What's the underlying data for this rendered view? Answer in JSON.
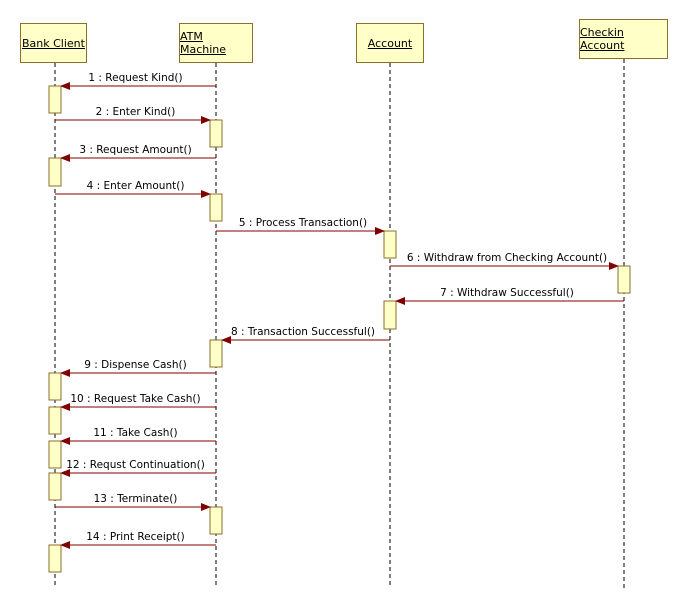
{
  "lifelines": [
    {
      "name": "Bank Client"
    },
    {
      "name": "ATM Machine"
    },
    {
      "name": "Account"
    },
    {
      "name": "Checkin Account"
    }
  ],
  "messages": [
    {
      "label": "1 : Request Kind()",
      "from": 1,
      "to": 0
    },
    {
      "label": "2 : Enter Kind()",
      "from": 0,
      "to": 1
    },
    {
      "label": "3 : Request Amount()",
      "from": 1,
      "to": 0
    },
    {
      "label": "4 : Enter Amount()",
      "from": 0,
      "to": 1
    },
    {
      "label": "5 : Process Transaction()",
      "from": 1,
      "to": 2
    },
    {
      "label": "6 : Withdraw from Checking Account()",
      "from": 2,
      "to": 3
    },
    {
      "label": "7 : Withdraw Successful()",
      "from": 3,
      "to": 2
    },
    {
      "label": "8 : Transaction Successful()",
      "from": 2,
      "to": 1
    },
    {
      "label": "9 : Dispense Cash()",
      "from": 1,
      "to": 0
    },
    {
      "label": "10 : Request Take Cash()",
      "from": 1,
      "to": 0
    },
    {
      "label": "11 : Take Cash()",
      "from": 1,
      "to": 0
    },
    {
      "label": "12 : Requst Continuation()",
      "from": 1,
      "to": 0
    },
    {
      "label": "13 : Terminate()",
      "from": 0,
      "to": 1
    },
    {
      "label": "14 : Print Receipt()",
      "from": 1,
      "to": 0
    }
  ],
  "colors": {
    "box_fill": "#ffffc8",
    "box_border": "#8b6f2a",
    "arrow": "#800000",
    "lifeline": "#000000"
  }
}
